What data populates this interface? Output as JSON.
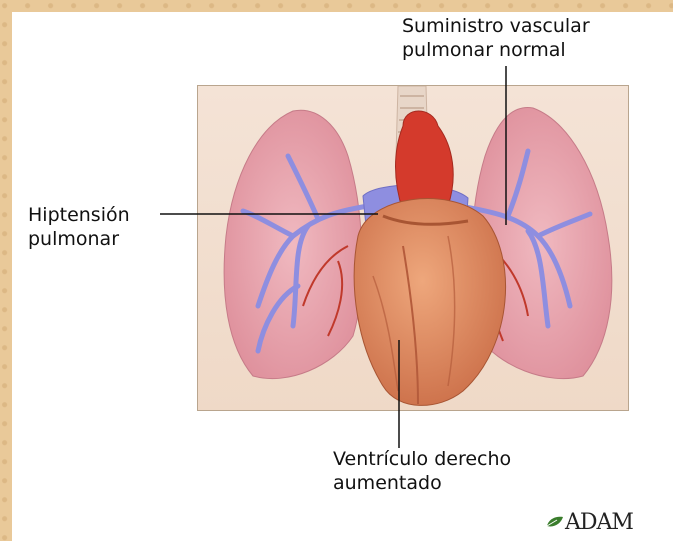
{
  "labels": {
    "normal_supply": "Suministro vascular\npulmonar normal",
    "hypertension": "Hiptensión\npulmonar",
    "right_ventricle": "Ventrículo derecho\naumentado"
  },
  "logo": {
    "text": "ADAM"
  },
  "colors": {
    "background": "#e9c999",
    "lung": "#e6a3ad",
    "vessel": "#8e8ee0",
    "artery": "#d43a2c",
    "heart": "#d98359"
  }
}
